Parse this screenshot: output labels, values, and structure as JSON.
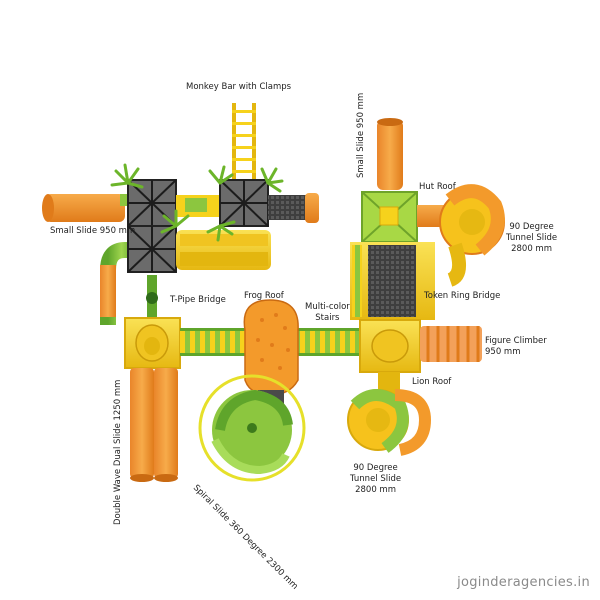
{
  "labels": {
    "monkey_bar": "Monkey Bar with Clamps",
    "small_slide_left": "Small Slide 950 mm",
    "small_slide_top": "Small Slide 950 mm",
    "hut_roof": "Hut Roof",
    "tunnel_slide_top_1": "90 Degree",
    "tunnel_slide_top_2": "Tunnel Slide",
    "tunnel_slide_top_3": "2800 mm",
    "t_pipe_bridge": "T-Pipe Bridge",
    "frog_roof": "Frog Roof",
    "multicolor_stairs_1": "Multi-color",
    "multicolor_stairs_2": "Stairs",
    "token_ring_bridge": "Token Ring Bridge",
    "figure_climber_1": "Figure Climber",
    "figure_climber_2": "950 mm",
    "lion_roof": "Lion Roof",
    "double_wave_slide": "Double Wave Dual Slide  1250 mm",
    "spiral_slide": "Spiral Slide 360 Degree 2300 mm",
    "tunnel_slide_bottom_1": "90 Degree",
    "tunnel_slide_bottom_2": "Tunnel Slide",
    "tunnel_slide_bottom_3": "2800 mm"
  },
  "watermark": "joginderagencies.in",
  "colors": {
    "orange": "#f39a2b",
    "orange_dark": "#e07b1a",
    "yellow": "#f6d21c",
    "yellow_dark": "#e3b60f",
    "green": "#8cc63f",
    "green_dark": "#5fa52b",
    "grey_panel": "#4a4a4a"
  }
}
